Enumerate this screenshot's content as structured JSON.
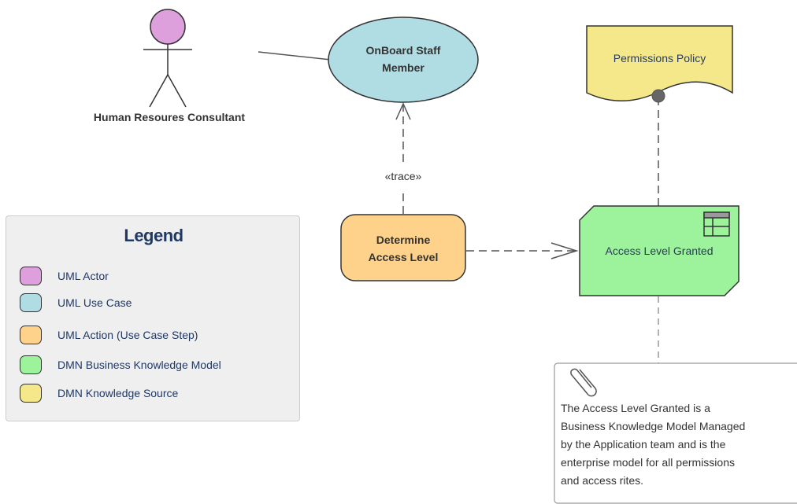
{
  "colors": {
    "actor": "#dda0dd",
    "use_case": "#b0dde4",
    "action": "#ffd28c",
    "business_knowledge_model": "#9cf39c",
    "knowledge_source": "#f5e88a",
    "legend_bg": "#efefef",
    "legend_text": "#1f3864"
  },
  "actor": {
    "label": "Human Resoures Consultant",
    "icon": "stick-figure"
  },
  "use_case": {
    "label_line1": "OnBoard Staff",
    "label_line2": "Member"
  },
  "action": {
    "label_line1": "Determine",
    "label_line2": "Access Level"
  },
  "knowledge_source": {
    "label": "Permissions Policy"
  },
  "business_knowledge_model": {
    "label": "Access Level Granted",
    "icon": "table-icon"
  },
  "trace_connector": {
    "label": "«trace»"
  },
  "note": {
    "icon": "paperclip-icon",
    "lines": [
      "The Access Level Granted is a",
      "Business Knowledge Model Managed",
      "by the Application team and is the",
      "enterprise model for all permissions",
      "and access rites."
    ]
  },
  "legend": {
    "title": "Legend",
    "items": [
      {
        "label": "UML Actor",
        "color": "#dda0dd"
      },
      {
        "label": "UML Use Case",
        "color": "#b0dde4"
      },
      {
        "label": "UML Action (Use Case Step)",
        "color": "#ffd28c"
      },
      {
        "label": "DMN Business Knowledge Model",
        "color": "#9cf39c"
      },
      {
        "label": "DMN Knowledge Source",
        "color": "#f5e88a"
      }
    ]
  }
}
